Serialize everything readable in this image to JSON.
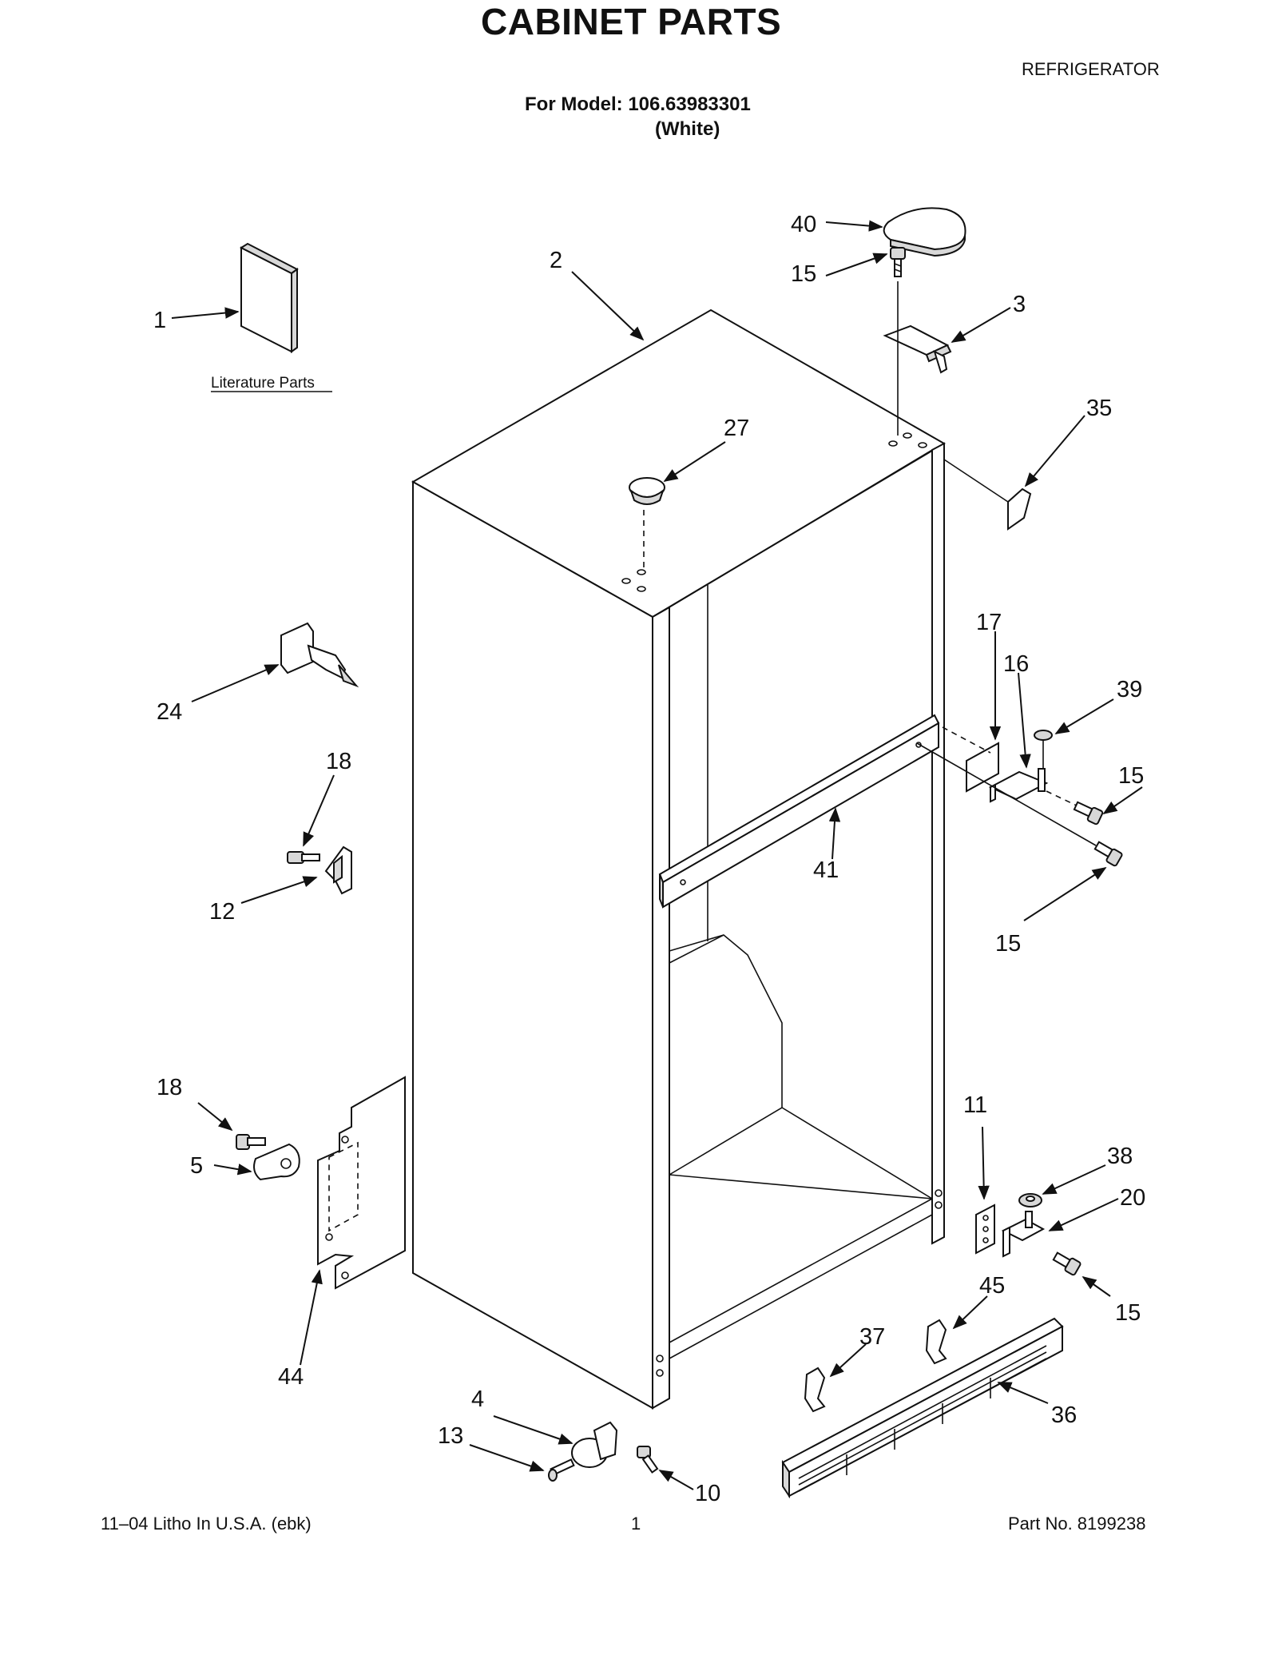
{
  "header": {
    "title": "CABINET PARTS",
    "model": "For Model: 106.63983301",
    "color": "(White)",
    "category": "REFRIGERATOR"
  },
  "literature_label": "Literature Parts",
  "callouts": {
    "c1": "1",
    "c2": "2",
    "c3": "3",
    "c4": "4",
    "c5": "5",
    "c10": "10",
    "c11": "11",
    "c12": "12",
    "c13": "13",
    "c15a": "15",
    "c15b": "15",
    "c15c": "15",
    "c15d": "15",
    "c16": "16",
    "c17": "17",
    "c18a": "18",
    "c18b": "18",
    "c20": "20",
    "c24": "24",
    "c27": "27",
    "c35": "35",
    "c36": "36",
    "c37": "37",
    "c38": "38",
    "c39": "39",
    "c40": "40",
    "c41": "41",
    "c44": "44",
    "c45": "45"
  },
  "footer": {
    "litho": "11–04 Litho In U.S.A. (ebk)",
    "page": "1",
    "part_no": "Part No. 8199238"
  }
}
